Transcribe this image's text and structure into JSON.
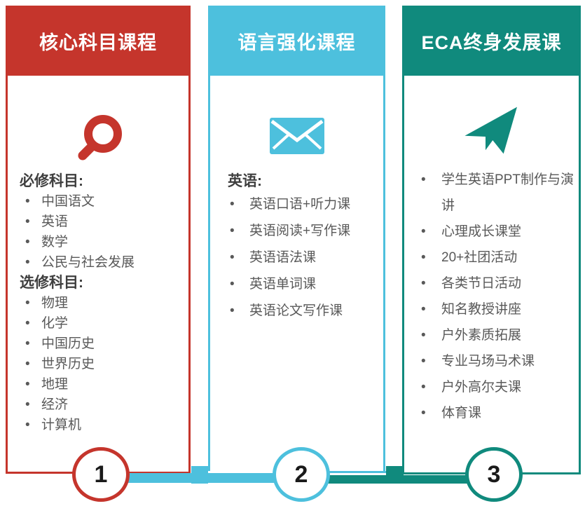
{
  "ui": {
    "bullet": "•"
  },
  "colors": {
    "red": "#c5352c",
    "cyan": "#4dc0dd",
    "teal": "#108a7d",
    "item_text": "#595959",
    "label_text": "#3f3f3f"
  },
  "columns": [
    {
      "title": "核心科目课程",
      "icon": "magnifier-icon",
      "accent": "#c5352c",
      "number": "1",
      "sections": [
        {
          "label": "必修科目:",
          "items": [
            "中国语文",
            "英语",
            "数学",
            "公民与社会发展"
          ]
        },
        {
          "label": "选修科目:",
          "items": [
            "物理",
            "化学",
            "中国历史",
            "世界历史",
            "地理",
            "经济",
            "计算机"
          ]
        }
      ]
    },
    {
      "title": "语言强化课程",
      "icon": "envelope-icon",
      "accent": "#4dc0dd",
      "number": "2",
      "sections": [
        {
          "label": "英语:",
          "items": [
            "英语口语+听力课",
            "英语阅读+写作课",
            "英语语法课",
            "英语单词课",
            "英语论文写作课"
          ]
        }
      ]
    },
    {
      "title": "ECA终身发展课",
      "icon": "paper-plane-icon",
      "accent": "#108a7d",
      "number": "3",
      "sections": [
        {
          "label": "",
          "items": [
            "学生英语PPT制作与演讲",
            "心理成长课堂",
            "20+社团活动",
            "各类节日活动",
            "知名教授讲座",
            "户外素质拓展",
            "专业马场马术课",
            "户外高尔夫课",
            "体育课"
          ]
        }
      ]
    }
  ]
}
